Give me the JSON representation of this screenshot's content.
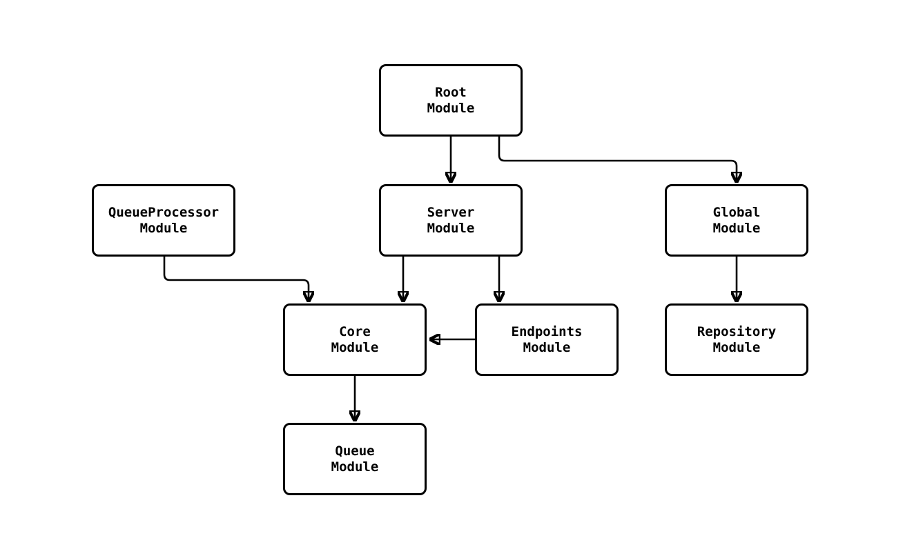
{
  "diagram": {
    "type": "flowchart",
    "background_color": "#ffffff",
    "node_fill_color": "#ffffff",
    "node_border_color": "#000000",
    "edge_color": "#000000",
    "text_color": "#000000",
    "nodes": [
      {
        "id": "root",
        "line1": "Root",
        "line2": "Module"
      },
      {
        "id": "queueprocessor",
        "line1": "QueueProcessor",
        "line2": "Module"
      },
      {
        "id": "server",
        "line1": "Server",
        "line2": "Module"
      },
      {
        "id": "global",
        "line1": "Global",
        "line2": "Module"
      },
      {
        "id": "core",
        "line1": "Core",
        "line2": "Module"
      },
      {
        "id": "endpoints",
        "line1": "Endpoints",
        "line2": "Module"
      },
      {
        "id": "repository",
        "line1": "Repository",
        "line2": "Module"
      },
      {
        "id": "queue",
        "line1": "Queue",
        "line2": "Module"
      }
    ],
    "edges": [
      {
        "from": "root",
        "to": "server"
      },
      {
        "from": "root",
        "to": "global"
      },
      {
        "from": "queueprocessor",
        "to": "core"
      },
      {
        "from": "server",
        "to": "core"
      },
      {
        "from": "server",
        "to": "endpoints"
      },
      {
        "from": "endpoints",
        "to": "core"
      },
      {
        "from": "global",
        "to": "repository"
      },
      {
        "from": "core",
        "to": "queue"
      }
    ]
  }
}
